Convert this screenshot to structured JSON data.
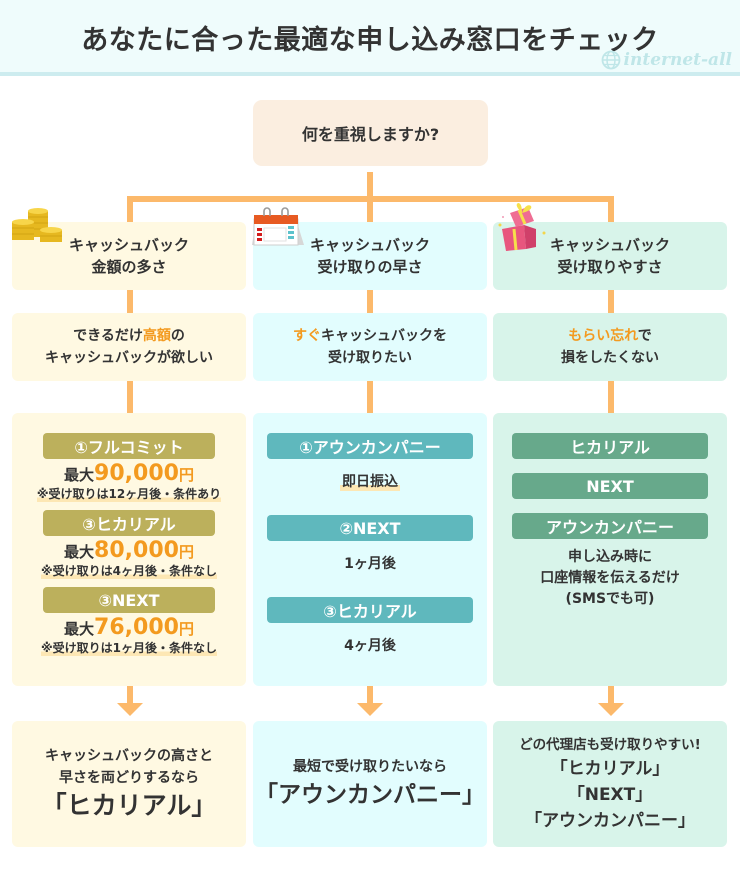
{
  "header": {
    "title": "あなたに合った最適な申し込み窓口をチェック",
    "watermark": "internet-all",
    "watermark_icon": "globe-icon"
  },
  "question": {
    "text": "何を重視しますか?"
  },
  "colors": {
    "connector": "#fcb96b",
    "highlight": "#f39a1f",
    "column1_bg": "#fff9e2",
    "column2_bg": "#e2fdfe",
    "column3_bg": "#d8f4ea",
    "pill_gold": "#bcb05c",
    "pill_teal": "#5fb8bd",
    "pill_green": "#67a98b",
    "question_bg": "#fbeee0",
    "header_bg": "#effcfc"
  },
  "columns": [
    {
      "icon": "coins-icon",
      "category": {
        "line1": "キャッシュバック",
        "line2": "金額の多さ"
      },
      "want": {
        "pre": "できるだけ",
        "highlight": "高額",
        "post": "の",
        "line2": "キャッシュバックが欲しい"
      },
      "providers": [
        {
          "name": "①フルコミット",
          "prefix": "最大",
          "amount": "90,000",
          "unit": "円",
          "note": "※受け取りは12ヶ月後・条件あり"
        },
        {
          "name": "③ヒカリアル",
          "prefix": "最大",
          "amount": "80,000",
          "unit": "円",
          "note": "※受け取りは4ヶ月後・条件なし"
        },
        {
          "name": "③NEXT",
          "prefix": "最大",
          "amount": "76,000",
          "unit": "円",
          "note": "※受け取りは1ヶ月後・条件なし"
        }
      ],
      "result": {
        "line1": "キャッシュバックの高さと",
        "line2": "早さを両どりするなら",
        "main": "「ヒカリアル」"
      }
    },
    {
      "icon": "calendar-icon",
      "category": {
        "line1": "キャッシュバック",
        "line2": "受け取りの早さ"
      },
      "want": {
        "highlight": "すぐ",
        "post": "キャッシュバックを",
        "line2": "受け取りたい"
      },
      "providers": [
        {
          "name": "①アウンカンパニー",
          "timing": "即日振込"
        },
        {
          "name": "②NEXT",
          "timing": "1ヶ月後"
        },
        {
          "name": "③ヒカリアル",
          "timing": "4ヶ月後"
        }
      ],
      "result": {
        "line1": "最短で受け取りたいなら",
        "main": "「アウンカンパニー」"
      }
    },
    {
      "icon": "gift-box-icon",
      "category": {
        "line1": "キャッシュバック",
        "line2": "受け取りやすさ"
      },
      "want": {
        "highlight": "もらい忘れ",
        "post": "で",
        "line2": "損をしたくない"
      },
      "providers": [
        {
          "name": "ヒカリアル"
        },
        {
          "name": "NEXT"
        },
        {
          "name": "アウンカンパニー"
        }
      ],
      "description": {
        "line1": "申し込み時に",
        "line2": "口座情報を伝えるだけ",
        "line3": "(SMSでも可)"
      },
      "result": {
        "line1": "どの代理店も受け取りやすい!",
        "items": [
          "「ヒカリアル」",
          "「NEXT」",
          "「アウンカンパニー」"
        ]
      }
    }
  ]
}
